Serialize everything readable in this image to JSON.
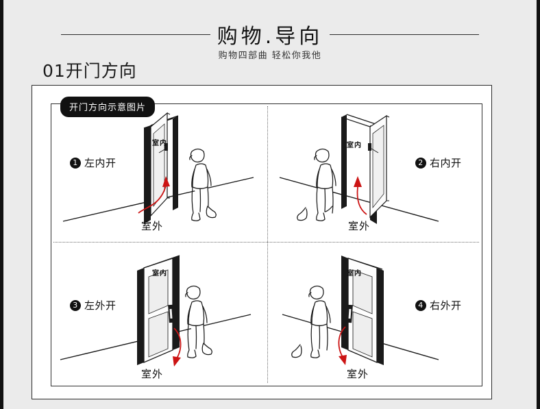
{
  "page": {
    "background_color": "#ebebeb",
    "edge_color": "#111111"
  },
  "header": {
    "title": "购物.导向",
    "subtitle": "购物四部曲 轻松你我他"
  },
  "section": {
    "heading": "01开门方向",
    "badge": "开门方向示意图片"
  },
  "diagram": {
    "indoor_label": "室内",
    "outdoor_label": "室外",
    "arrow_color": "#cc1414",
    "frame_color": "#1a1a1a",
    "quadrants": [
      {
        "num": "❶",
        "number_text": "1",
        "label": "左内开",
        "indoor": "室内",
        "outdoor": "室外"
      },
      {
        "num": "❷",
        "number_text": "2",
        "label": "右内开",
        "indoor": "室内",
        "outdoor": "室外"
      },
      {
        "num": "❸",
        "number_text": "3",
        "label": "左外开",
        "indoor": "室内",
        "outdoor": "室外"
      },
      {
        "num": "❹",
        "number_text": "4",
        "label": "右外开",
        "indoor": "室内",
        "outdoor": "室外"
      }
    ]
  }
}
